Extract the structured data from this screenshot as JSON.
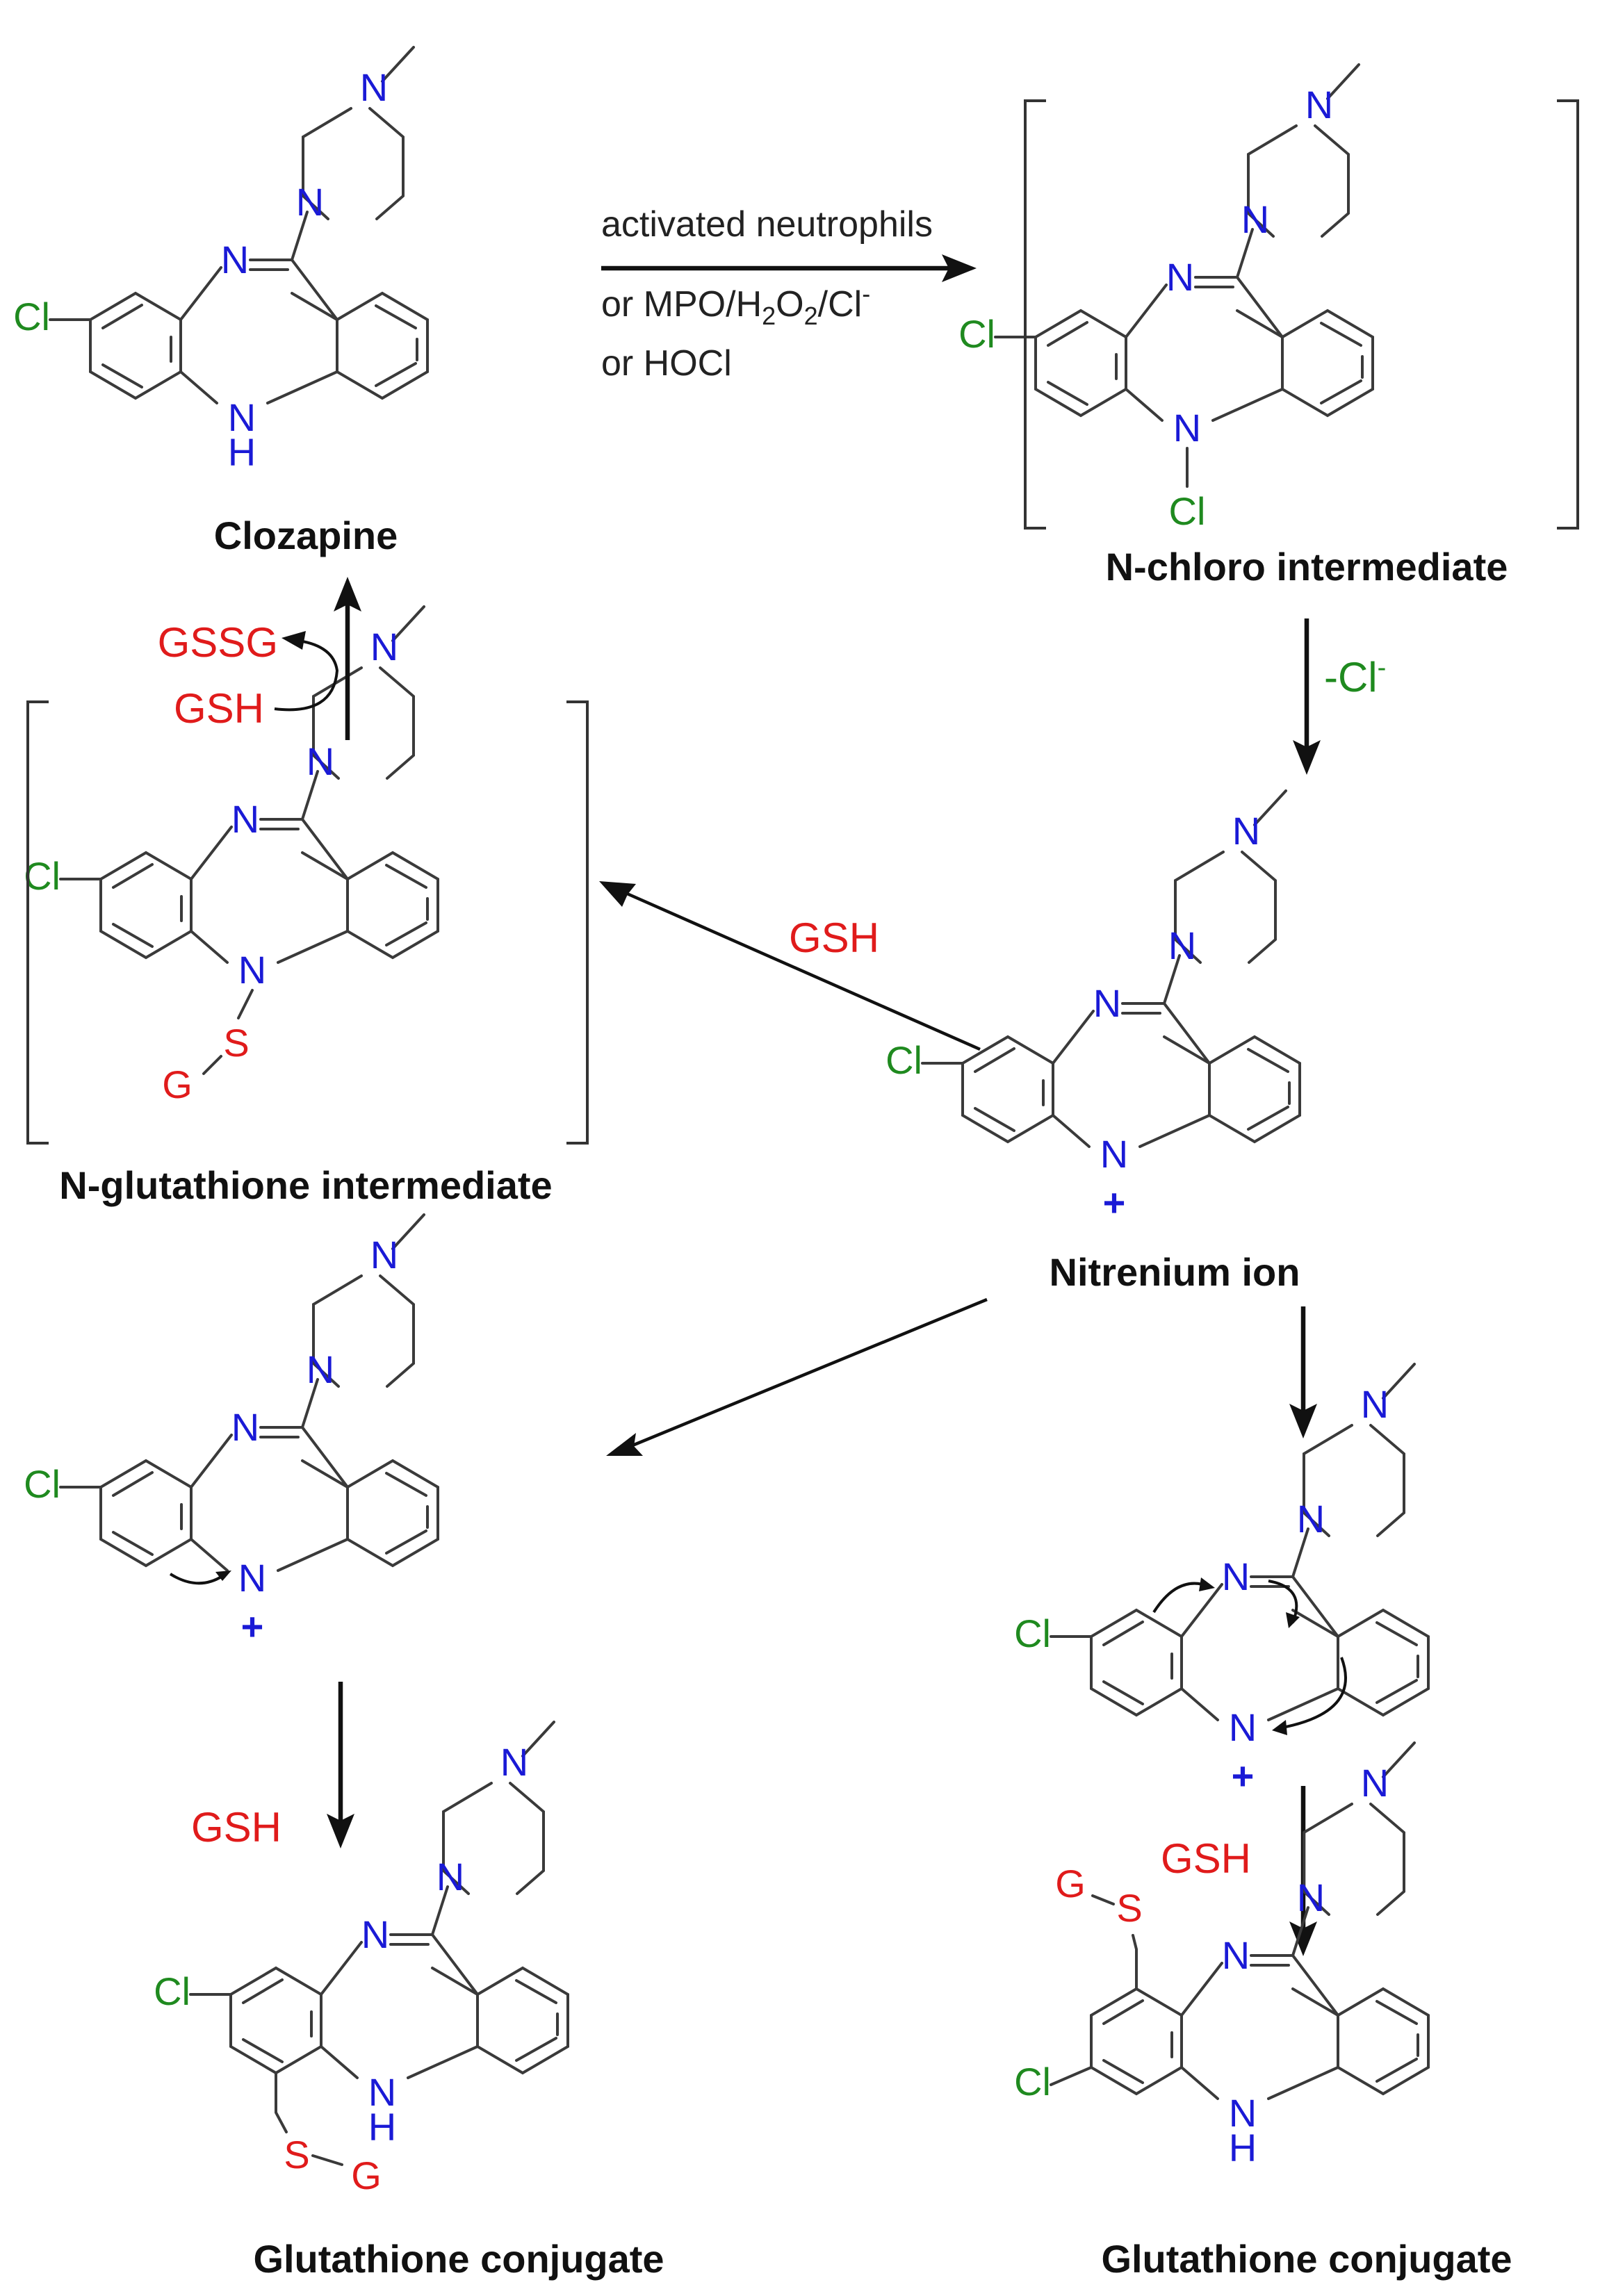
{
  "colors": {
    "nitrogen": "#1a1ad6",
    "chlorine": "#1f8a1f",
    "sulfur_glutathione": "#e01b1b",
    "bond": "#3a3a3a",
    "text": "#111111"
  },
  "atoms": {
    "N": "N",
    "NH_N": "N",
    "NH_H": "H",
    "Cl": "Cl",
    "S": "S",
    "G": "G",
    "plus": "+"
  },
  "labels": {
    "clozapine": "Clozapine",
    "n_chloro": "N-chloro intermediate",
    "nitrenium": "Nitrenium ion",
    "n_glutathione": "N-glutathione intermediate",
    "conjugate_left": "Glutathione conjugate",
    "conjugate_right": "Glutathione conjugate"
  },
  "conditions": {
    "line1": "activated neutrophils",
    "line2_pre": "or MPO/H",
    "line2_sub1": "2",
    "line2_mid": "O",
    "line2_sub2": "2",
    "line2_post": "/Cl",
    "line2_sup": "-",
    "line3": "or HOCl"
  },
  "reagents": {
    "minus_cl": "-Cl",
    "minus_cl_sup": "-",
    "gsh_to_n_glutathione": "GSH",
    "gssg": "GSSG",
    "gsh_recycle": "GSH",
    "gsh_left": "GSH",
    "gsh_right": "GSH"
  }
}
